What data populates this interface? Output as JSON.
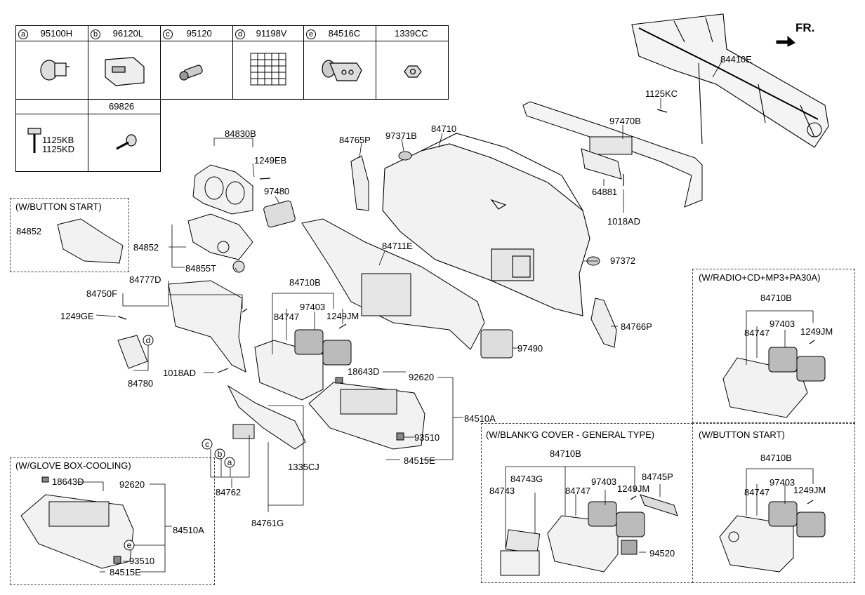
{
  "orientation": "FR.",
  "table": {
    "headers": [
      {
        "circle": "a",
        "code": "95100H"
      },
      {
        "circle": "b",
        "code": "96120L"
      },
      {
        "circle": "c",
        "code": "95120"
      },
      {
        "circle": "d",
        "code": "91198V"
      },
      {
        "circle": "e",
        "code": "84516C"
      },
      {
        "circle": "",
        "code": "1339CC"
      }
    ],
    "row2": {
      "second_header": "69826",
      "screws": [
        "1125KB",
        "1125KD"
      ]
    }
  },
  "options": {
    "button_start_left": "(W/BUTTON START)",
    "glove_box_cooling": "(W/GLOVE BOX-COOLING)",
    "radio": "(W/RADIO+CD+MP3+PA30A)",
    "blanking": "(W/BLANK'G COVER - GENERAL TYPE)",
    "button_start_right": "(W/BUTTON START)"
  },
  "labels": {
    "p84410E": "84410E",
    "p1125KC": "1125KC",
    "p97470B": "97470B",
    "p64881": "64881",
    "p1018AD_a": "1018AD",
    "p84710": "84710",
    "p97371B": "97371B",
    "p84765P": "84765P",
    "p84830B": "84830B",
    "p1249EB": "1249EB",
    "p97480": "97480",
    "p84852_a": "84852",
    "p84852_b": "84852",
    "p84855T": "84855T",
    "p84711E": "84711E",
    "p97372": "97372",
    "p84777D": "84777D",
    "p84750F": "84750F",
    "p1249GE": "1249GE",
    "p84710B": "84710B",
    "p97403": "97403",
    "p84747": "84747",
    "p1249JM": "1249JM",
    "p97490": "97490",
    "p84766P": "84766P",
    "p84780": "84780",
    "p1018AD_b": "1018AD",
    "p18643D": "18643D",
    "p92620": "92620",
    "p84510A": "84510A",
    "p93510": "93510",
    "p84515E": "84515E",
    "p84762": "84762",
    "p1335CJ": "1335CJ",
    "p84761G": "84761G",
    "g18643D": "18643D",
    "g92620": "92620",
    "g84510A": "84510A",
    "g93510": "93510",
    "g84515E": "84515E",
    "r84710B": "84710B",
    "r97403": "97403",
    "r84747": "84747",
    "r1249JM": "1249JM",
    "b84710B": "84710B",
    "b84743G": "84743G",
    "b84743": "84743",
    "b84747": "84747",
    "b97403": "97403",
    "b1249JM": "1249JM",
    "b84745P": "84745P",
    "b94520": "94520",
    "s84710B": "84710B",
    "s97403": "97403",
    "s84747": "84747",
    "s1249JM": "1249JM"
  },
  "circles": {
    "c": "c",
    "b": "b",
    "a": "a",
    "d": "d",
    "e": "e"
  }
}
